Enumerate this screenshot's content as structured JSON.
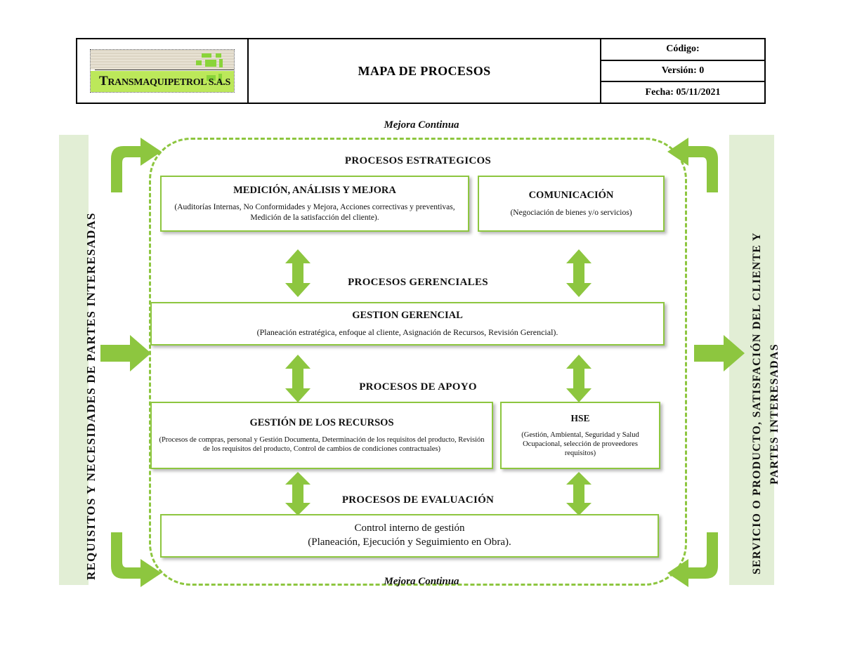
{
  "header": {
    "logo": {
      "company_name": "TRANSMAQUIPETROL S.A.S",
      "initial": "T",
      "rest": "RANSMAQUIPETROL  S.A.S"
    },
    "title": "MAPA DE PROCESOS",
    "meta": [
      {
        "label": "Código:"
      },
      {
        "label": "Versión: 0"
      },
      {
        "label": "Fecha: 05/11/2021"
      }
    ]
  },
  "sides": {
    "left_label": "REQUISITOS   Y   NECESIDADES   DE   PARTES INTERESADAS",
    "right_label_line1": "SERVICIO  O  PRODUCTO,   SATISFACIÓN  DEL CLIENTE  Y",
    "right_label_line2": "PARTES INTERESADAS"
  },
  "loop": {
    "top_label": "Mejora Continua",
    "bottom_label": "Mejora Continua"
  },
  "sections": [
    {
      "heading": "PROCESOS ESTRATEGICOS",
      "boxes": [
        {
          "title": "MEDICIÓN, ANÁLISIS Y MEJORA",
          "desc": "(Auditorías Internas, No Conformidades y Mejora, Acciones correctivas y preventivas, Medición de la satisfacción del cliente)."
        },
        {
          "title": "COMUNICACIÓN",
          "desc": "(Negociación de bienes y/o servicios)"
        }
      ]
    },
    {
      "heading": "PROCESOS GERENCIALES",
      "boxes": [
        {
          "title": "GESTION GERENCIAL",
          "desc": "(Planeación estratégica, enfoque al cliente, Asignación de Recursos, Revisión Gerencial)."
        }
      ]
    },
    {
      "heading": "PROCESOS DE APOYO",
      "boxes": [
        {
          "title": "GESTIÓN DE LOS RECURSOS",
          "desc": "(Procesos de compras, personal y Gestión Documenta, Determinación de los requisitos del producto, Revisión de los requisitos del producto, Control de cambios de condiciones contractuales)"
        },
        {
          "title": "HSE",
          "desc": "(Gestión, Ambiental, Seguridad y Salud Ocupacional, selección de proveedores requisitos)"
        }
      ]
    },
    {
      "heading": "PROCESOS DE EVALUACIÓN",
      "boxes": [
        {
          "title": "Control interno de gestión",
          "desc": "(Planeación, Ejecución y Seguimiento en Obra)."
        }
      ]
    }
  ],
  "colors": {
    "green": "#8dc63f",
    "green_light": "#e2eed5",
    "logo_green": "#bce85a",
    "black": "#000000"
  }
}
